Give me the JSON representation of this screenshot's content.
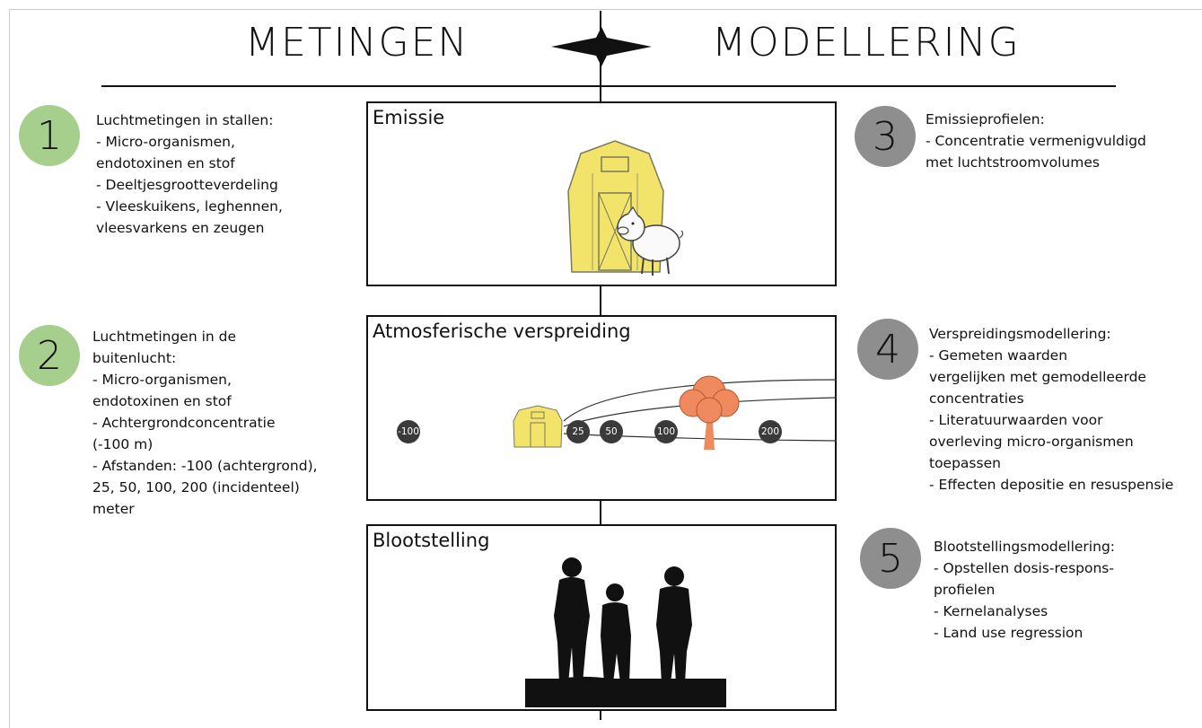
{
  "header": {
    "left": "METINGEN",
    "right": "MODELLERING"
  },
  "colors": {
    "green": "#a6cf8d",
    "grey": "#8e8e8e",
    "barn": "#f2e36b",
    "tree": "#ef8a5f"
  },
  "left": [
    {
      "number": "1",
      "lines": [
        "Luchtmetingen in stallen:",
        "- Micro-organismen,",
        "endotoxinen en stof",
        "- Deeltjesgrootteverdeling",
        "- Vleeskuikens, leghennen,",
        "vleesvarkens en zeugen"
      ]
    },
    {
      "number": "2",
      "lines": [
        "Luchtmetingen in de",
        "buitenlucht:",
        "- Micro-organismen,",
        "endotoxinen en stof",
        "- Achtergrondconcentratie",
        "(-100 m)",
        "- Afstanden: -100 (achtergrond),",
        "25, 50, 100, 200 (incidenteel)",
        "meter"
      ]
    }
  ],
  "right": [
    {
      "number": "3",
      "lines": [
        "Emissieprofielen:",
        "- Concentratie vermenigvuldigd",
        "met luchtstroomvolumes"
      ]
    },
    {
      "number": "4",
      "lines": [
        "Verspreidingsmodellering:",
        "- Gemeten waarden",
        "vergelijken met gemodelleerde",
        "concentraties",
        "- Literatuurwaarden voor",
        "overleving micro-organismen",
        "toepassen",
        "- Effecten depositie en resuspensie"
      ]
    },
    {
      "number": "5",
      "lines": [
        "Blootstellingsmodellering:",
        "- Opstellen dosis-respons-",
        "profielen",
        " - Kernelanalyses",
        " - Land use regression"
      ]
    }
  ],
  "boxes": {
    "emission": "Emissie",
    "dispersion": "Atmosferische verspreiding",
    "exposure": "Blootstelling"
  },
  "distances": [
    "-100",
    "25",
    "50",
    "100",
    "200"
  ]
}
